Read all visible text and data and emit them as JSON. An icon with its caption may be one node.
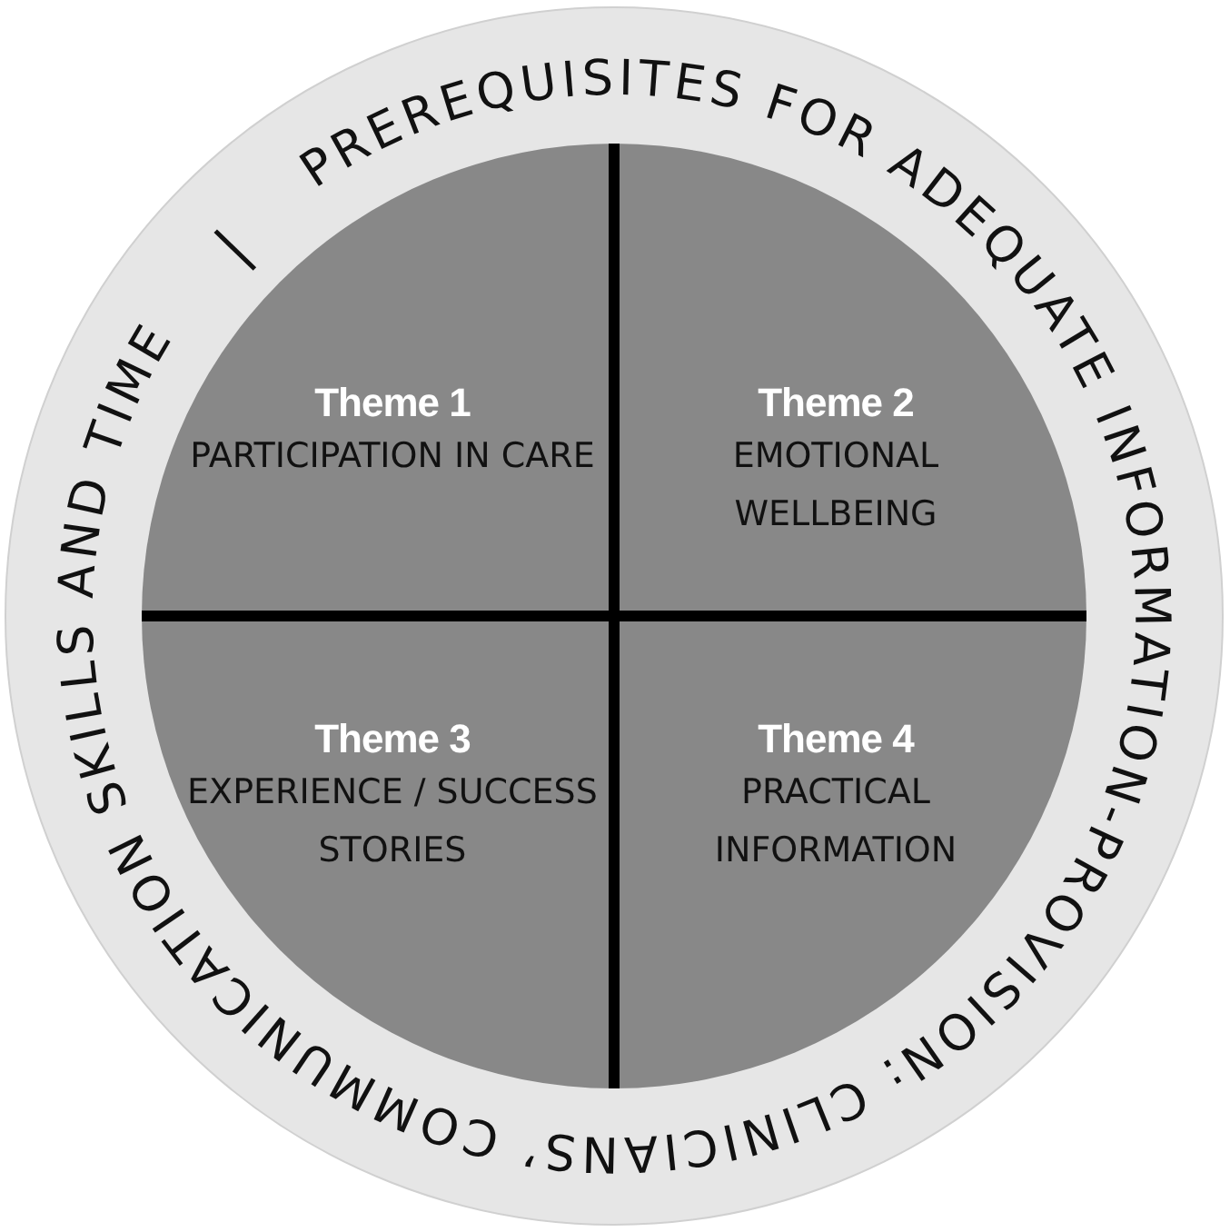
{
  "diagram": {
    "nodes": [
      {
        "text": [
          "PREREQUISITES FOR ADEQUATE INFORMATION-PROVISION: CLINICIANS’ COMMUNICATION SKILLS AND TIME"
        ]
      },
      {
        "text": [
          "Theme 1",
          "PARTICIPATION IN CARE"
        ],
        "in": 0
      },
      {
        "text": [
          "Theme 2",
          "EMOTIONAL WELLBEING"
        ],
        "in": 0
      },
      {
        "text": [
          "Theme 3",
          "EXPERIENCE / SUCCESS STORIES"
        ],
        "in": 0
      },
      {
        "text": [
          "Theme 4",
          "PRACTICAL INFORMATION"
        ],
        "in": 0
      }
    ],
    "edges": []
  }
}
